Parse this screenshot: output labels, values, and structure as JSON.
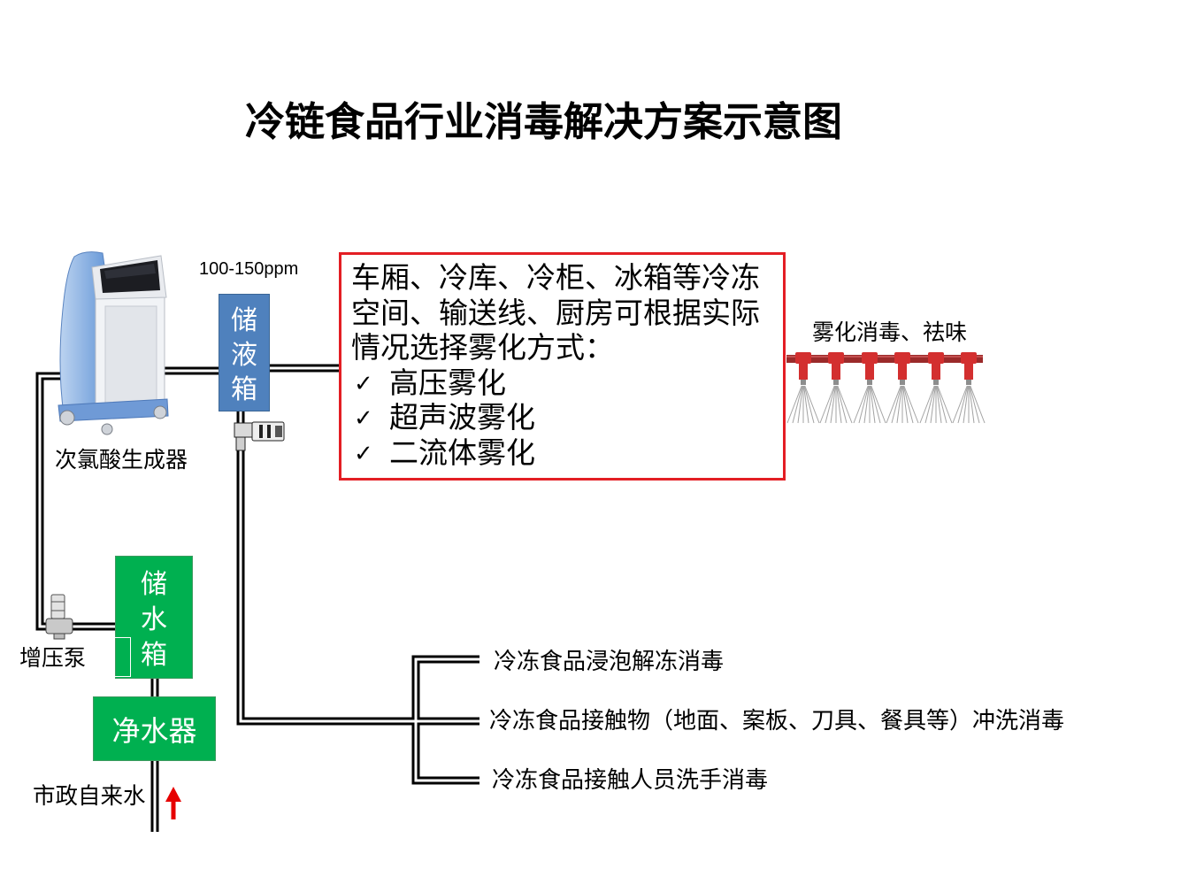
{
  "title": "冷链食品行业消毒解决方案示意图",
  "generator": {
    "label": "次氯酸生成器",
    "icon": "generator-machine-icon"
  },
  "concentration": "100-150ppm",
  "liquid_tank": {
    "label": "储液箱"
  },
  "water_tank": {
    "label": "储水箱"
  },
  "purifier": {
    "label": "净水器"
  },
  "pump": {
    "label": "增压泵",
    "icon": "booster-pump-icon"
  },
  "tap_water": {
    "label": "市政自来水",
    "flow_icon": "up-arrow-icon"
  },
  "atomization_box": {
    "lines": [
      "车厢、冷库、冷柜、冰箱等冷冻",
      "空间、输送线、厨房可根据实际",
      "情况选择雾化方式："
    ],
    "check_icon": "✓",
    "options": [
      "高压雾化",
      "超声波雾化",
      "二流体雾化"
    ]
  },
  "spray": {
    "label": "雾化消毒、祛味",
    "icon": "spray-nozzle-icon"
  },
  "applications": [
    "冷冻食品浸泡解冻消毒",
    "冷冻食品接触物（地面、案板、刀具、餐具等）冲洗消毒",
    "冷冻食品接触人员洗手消毒"
  ],
  "colors": {
    "liquid_tank": "#4f81bd",
    "water_tank": "#00b050",
    "purifier": "#00b050",
    "atomization_border": "#e31e24",
    "nozzle": "#d32f2f",
    "arrow": "#e60000",
    "pipe": "#000000"
  }
}
